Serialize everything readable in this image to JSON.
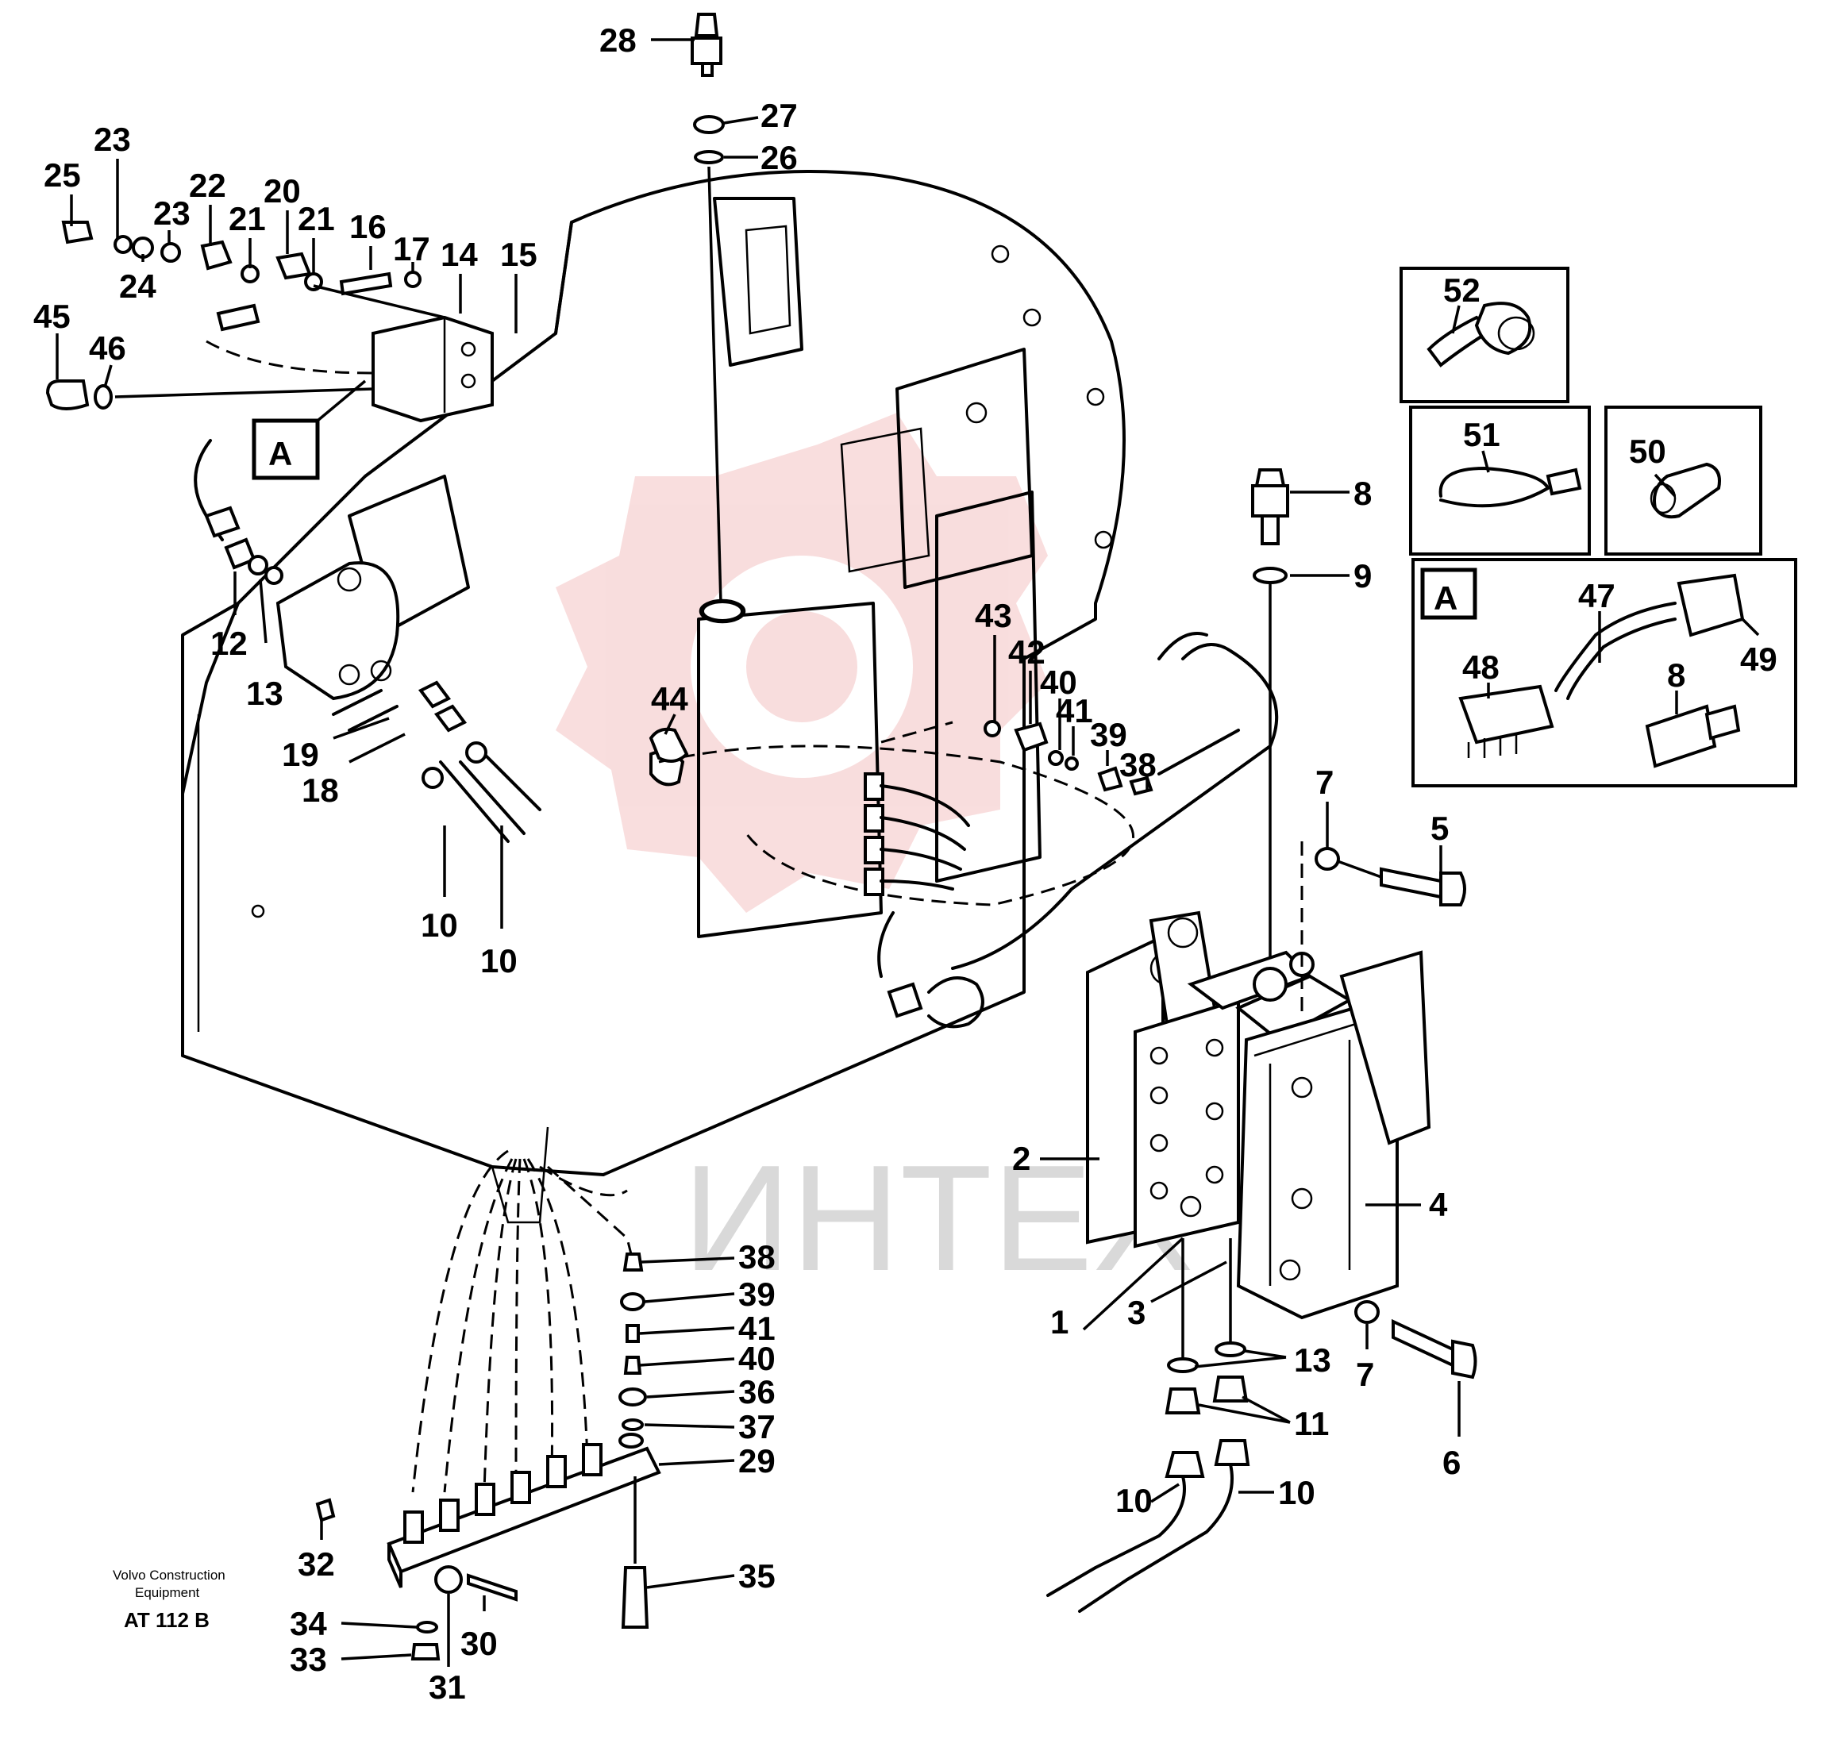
{
  "diagram": {
    "callouts": [
      "1",
      "2",
      "3",
      "4",
      "5",
      "6",
      "7",
      "7",
      "8",
      "8",
      "9",
      "10",
      "10",
      "10",
      "10",
      "11",
      "12",
      "13",
      "13",
      "14",
      "15",
      "16",
      "17",
      "18",
      "19",
      "20",
      "21",
      "21",
      "22",
      "23",
      "23",
      "24",
      "25",
      "26",
      "27",
      "28",
      "29",
      "30",
      "31",
      "32",
      "33",
      "34",
      "35",
      "36",
      "37",
      "38",
      "38",
      "39",
      "39",
      "40",
      "40",
      "41",
      "41",
      "42",
      "43",
      "44",
      "45",
      "46",
      "47",
      "48",
      "49",
      "50",
      "51",
      "52"
    ],
    "detail_marker": "A",
    "inset_marker": "A"
  },
  "footer": {
    "line1": "Volvo Construction",
    "line2": "Equipment",
    "code": "AT 112 B"
  },
  "watermark": {
    "text": "ИНТЕХ",
    "color": "#f4c2c2"
  }
}
